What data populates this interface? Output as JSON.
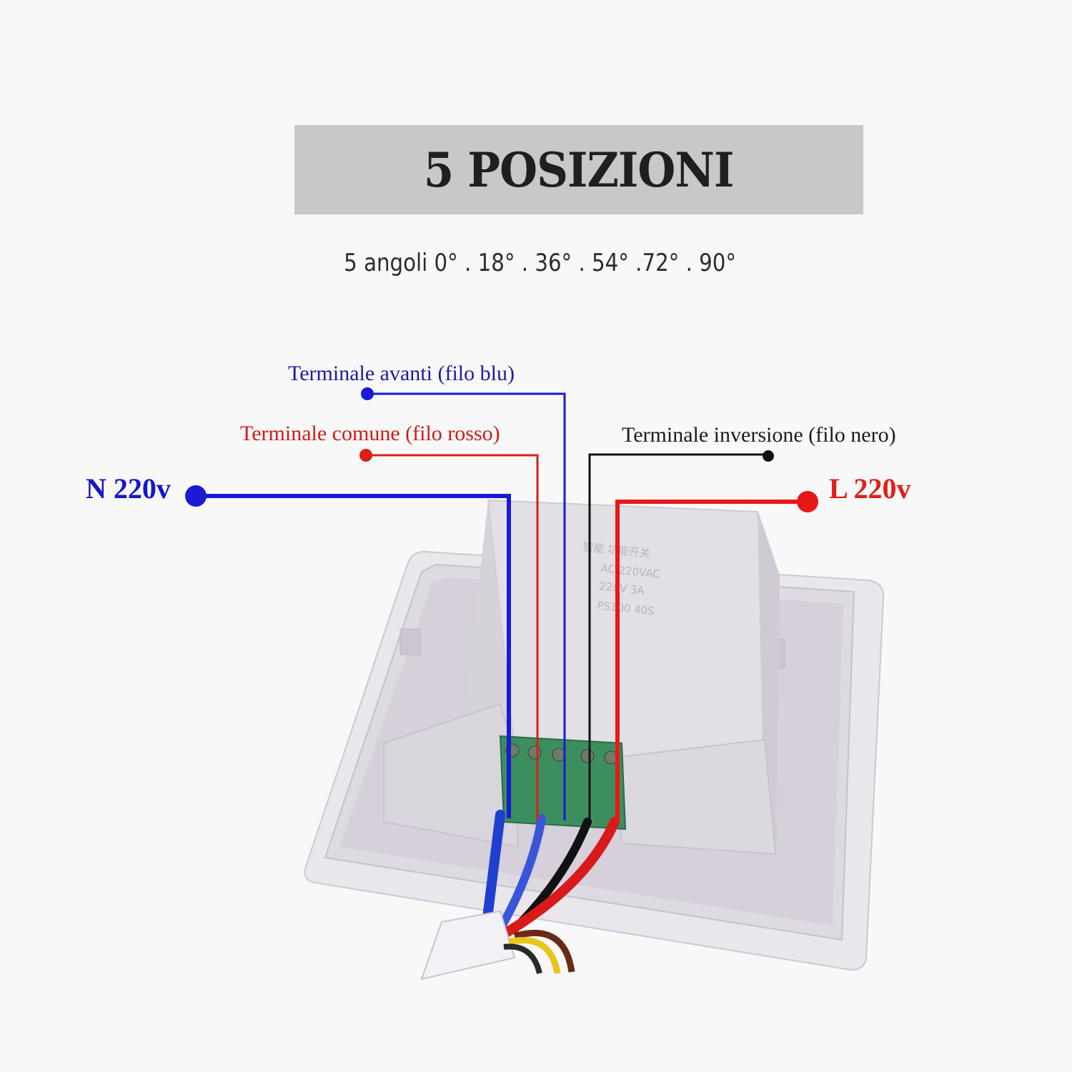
{
  "title": "5 POSIZIONI",
  "subtitle": "5 angoli 0° . 18° . 36° . 54° .72° . 90°",
  "labels": {
    "terminal_forward": "Terminale avanti (filo blu)",
    "terminal_common": "Terminale comune (filo rosso)",
    "terminal_reverse": "Terminale inversione (filo nero)",
    "neutral": "N 220v",
    "line": "L 220v"
  },
  "colors": {
    "blue_wire": "#1a1ad6",
    "red_wire": "#e81818",
    "black_wire": "#111111",
    "banner": "#c8c7c9"
  }
}
